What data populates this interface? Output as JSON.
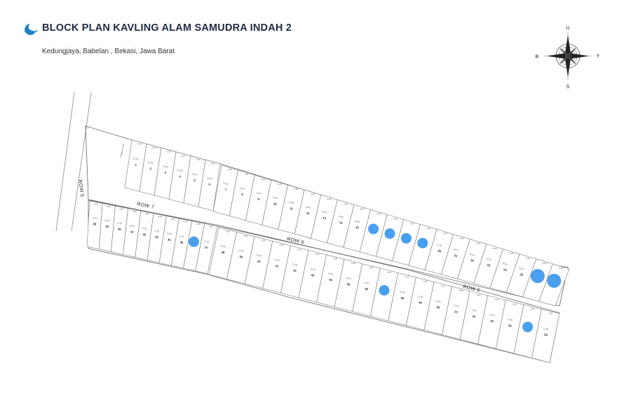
{
  "header": {
    "title": "BLOCK PLAN KAVLING ALAM SAMUDRA INDAH 2",
    "subtitle": "Kedungjaya, Babelan , Bekasi, Jawa Barat",
    "brand_color": "#1e7fc4"
  },
  "compass": {
    "north": "U",
    "south": "S",
    "east": "T",
    "west": "B"
  },
  "roads": {
    "row5": "ROW 5",
    "row7": "ROW 7",
    "row6_a": "ROW 6",
    "row6_b": "ROW 6"
  },
  "facility_label": "Fasilitas umum",
  "lot_dimensions": {
    "depth": "12.00",
    "width": "6.00"
  },
  "blocks": {
    "block_a_upper": [
      "1",
      "2",
      "3",
      "4",
      "5",
      "6",
      "7",
      "8",
      "9",
      "10",
      "11",
      "12",
      "13",
      "14",
      "15",
      "16",
      "17",
      "18",
      "19",
      "20",
      "21",
      "22",
      "23",
      "24",
      "25",
      "26",
      "27"
    ],
    "block_b_left": [
      "28",
      "29",
      "30",
      "31",
      "32",
      "33",
      "34",
      "35",
      "36",
      "37"
    ],
    "block_b_right": [
      "38",
      "39",
      "40",
      "41",
      "42",
      "43",
      "44",
      "45",
      "46",
      "47",
      "48",
      "49",
      "50",
      "51",
      "52",
      "53",
      "54",
      "55",
      "56"
    ]
  },
  "sold_marker_color": "#4a9ff0",
  "sold_lots": [
    "16",
    "17",
    "18",
    "19",
    "26",
    "27",
    "36",
    "47",
    "55"
  ]
}
